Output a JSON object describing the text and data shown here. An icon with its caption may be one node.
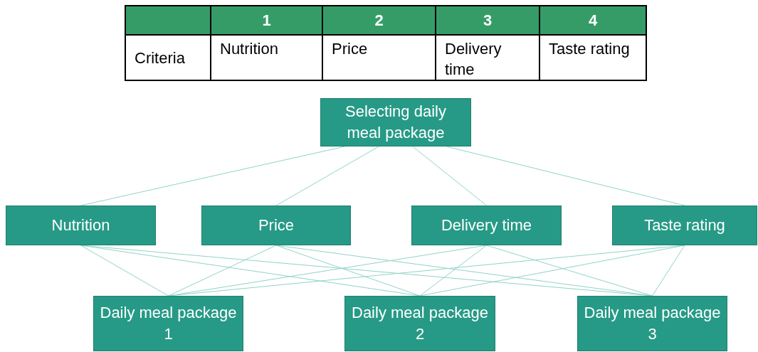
{
  "diagram": {
    "nodes": [
      {
        "text": [
          "Selecting daily meal package"
        ]
      },
      {
        "text": [
          "Nutrition"
        ]
      },
      {
        "text": [
          "Price"
        ]
      },
      {
        "text": [
          "Delivery time"
        ]
      },
      {
        "text": [
          "Taste rating"
        ]
      },
      {
        "text": [
          "Daily meal package 1"
        ]
      },
      {
        "text": [
          "Daily meal package 2"
        ]
      },
      {
        "text": [
          "Daily meal package 3"
        ]
      }
    ],
    "edges": [
      {
        "from": 0,
        "to": 1,
        "arrow": "none"
      },
      {
        "from": 0,
        "to": 2,
        "arrow": "none"
      },
      {
        "from": 0,
        "to": 3,
        "arrow": "none"
      },
      {
        "from": 0,
        "to": 4,
        "arrow": "none"
      },
      {
        "from": 1,
        "to": 5,
        "arrow": "none"
      },
      {
        "from": 1,
        "to": 6,
        "arrow": "none"
      },
      {
        "from": 1,
        "to": 7,
        "arrow": "none"
      },
      {
        "from": 2,
        "to": 5,
        "arrow": "none"
      },
      {
        "from": 2,
        "to": 6,
        "arrow": "none"
      },
      {
        "from": 2,
        "to": 7,
        "arrow": "none"
      },
      {
        "from": 3,
        "to": 5,
        "arrow": "none"
      },
      {
        "from": 3,
        "to": 6,
        "arrow": "none"
      },
      {
        "from": 3,
        "to": 7,
        "arrow": "none"
      },
      {
        "from": 4,
        "to": 5,
        "arrow": "none"
      },
      {
        "from": 4,
        "to": 6,
        "arrow": "none"
      },
      {
        "from": 4,
        "to": 7,
        "arrow": "none"
      }
    ],
    "labels": [
      "1",
      "2",
      "3",
      "4",
      "Criteria",
      "Nutrition",
      "Price",
      "Delivery time",
      "Taste rating"
    ]
  }
}
